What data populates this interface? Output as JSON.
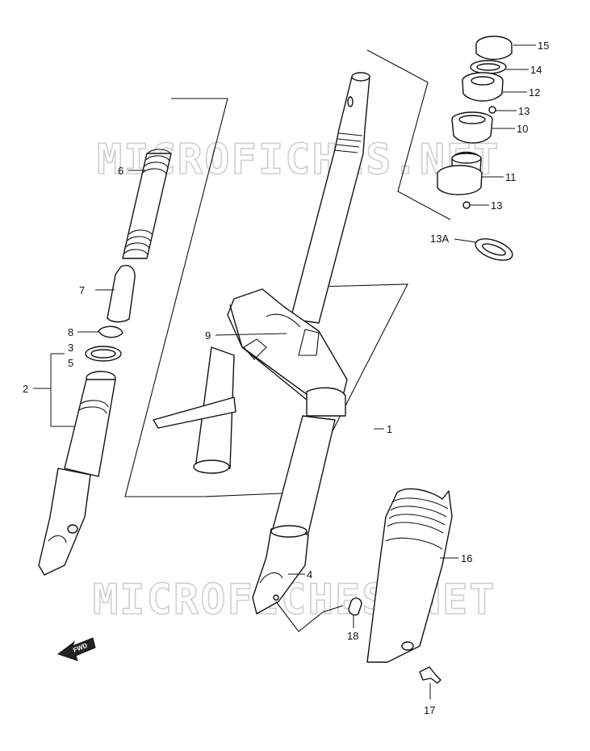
{
  "watermark": {
    "text": "MICROFICHES.NET"
  },
  "badge": {
    "text": "FWD"
  },
  "callouts": {
    "c1": "1",
    "c2": "2",
    "c3": "3",
    "c4": "4",
    "c5": "5",
    "c6": "6",
    "c7": "7",
    "c8": "8",
    "c9": "9",
    "c10": "10",
    "c11": "11",
    "c12": "12",
    "c13a": "13",
    "c13b": "13",
    "c13A": "13A",
    "c14": "14",
    "c15": "15",
    "c16": "16",
    "c17": "17",
    "c18": "18"
  }
}
